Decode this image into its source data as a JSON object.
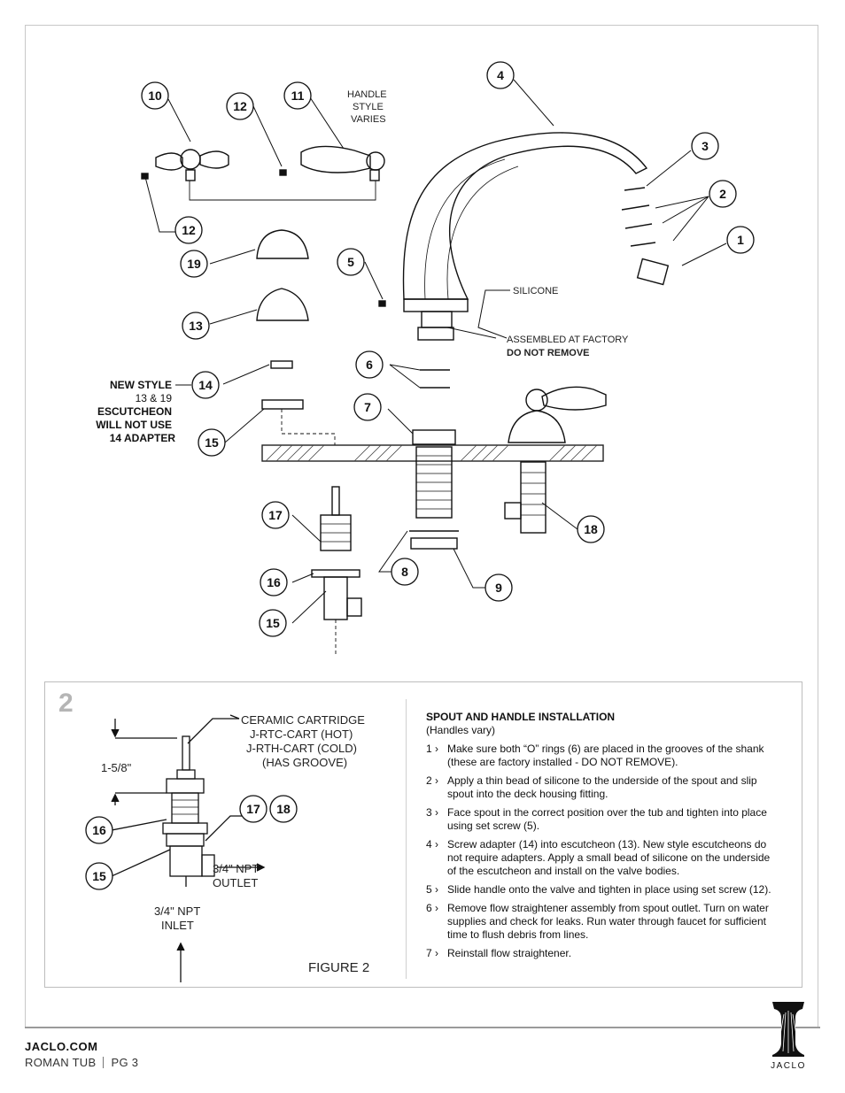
{
  "diagram": {
    "callouts": [
      "10",
      "12",
      "11",
      "4",
      "3",
      "2",
      "1",
      "12",
      "19",
      "5",
      "13",
      "14",
      "15",
      "6",
      "7",
      "17",
      "16",
      "15",
      "18",
      "8",
      "9"
    ],
    "labels": {
      "handle_styles": [
        "HANDLE",
        "STYLE",
        "VARIES"
      ],
      "silicone": "SILICONE",
      "assembled": "ASSEMBLED AT FACTORY",
      "do_not_remove": "DO NOT REMOVE",
      "new_style": [
        "NEW STYLE",
        "13 & 19",
        "ESCUTCHEON",
        "WILL NOT USE",
        "14 ADAPTER"
      ]
    }
  },
  "panel": {
    "number": "2",
    "figure": {
      "cartridge": [
        "CERAMIC CARTRIDGE",
        "J-RTC-CART (HOT)",
        "J-RTH-CART (COLD)",
        "(HAS GROOVE)"
      ],
      "dimension": "1-5/8\"",
      "outlet": [
        "3/4\" NPT",
        "OUTLET"
      ],
      "inlet": [
        "3/4\" NPT",
        "INLET"
      ],
      "caption": "FIGURE 2",
      "callouts": [
        "16",
        "15",
        "17",
        "18"
      ]
    },
    "title": "SPOUT AND HANDLE INSTALLATION",
    "subtitle": "(Handles vary)",
    "steps": [
      {
        "n": "1 ›",
        "text": "Make sure both “O” rings (6) are placed in the grooves of the shank (these are factory installed - DO NOT REMOVE)."
      },
      {
        "n": "2 ›",
        "text": "Apply a thin bead of silicone to the underside of the spout and slip spout into the deck housing fitting."
      },
      {
        "n": "3 ›",
        "text": "Face spout in the correct position over the tub and tighten into place using set screw (5)."
      },
      {
        "n": "4 ›",
        "text": "Screw adapter (14) into escutcheon (13). New style escutcheons do not require adapters. Apply a small bead of silicone on the underside of the escutcheon and install on the valve bodies."
      },
      {
        "n": "5 ›",
        "text": "Slide handle onto the valve and tighten in place using set screw (12)."
      },
      {
        "n": "6 ›",
        "text": "Remove flow straightener assembly from spout outlet. Turn on water supplies and check for leaks. Run water through faucet for sufficient time to flush debris from lines."
      },
      {
        "n": "7 ›",
        "text": "Reinstall flow straightener."
      }
    ]
  },
  "footer": {
    "site": "JACLO.COM",
    "doc": "ROMAN TUB",
    "page": "PG 3",
    "logo_text": "JACLO"
  }
}
